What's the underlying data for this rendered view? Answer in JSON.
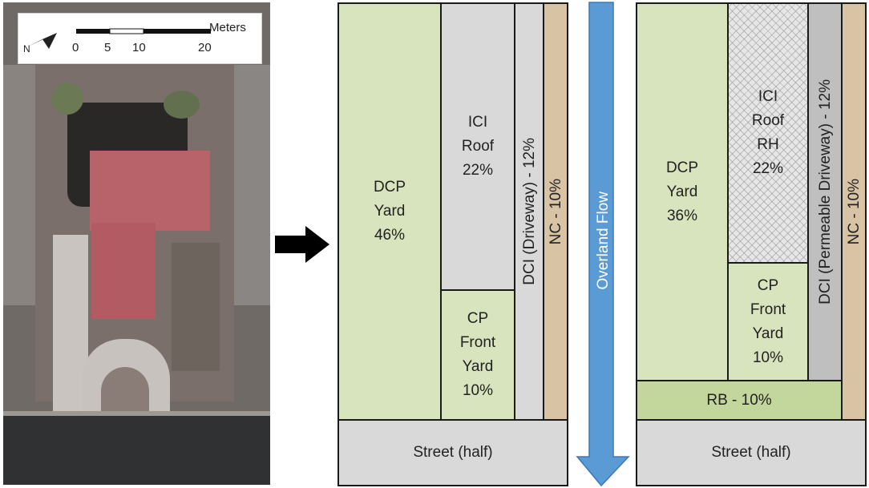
{
  "scale_bar": {
    "unit": "Meters",
    "ticks": [
      "0",
      "5",
      "10",
      "20"
    ]
  },
  "diagram_before": {
    "dcp_yard": "DCP\nYard\n46%",
    "ici_roof": "ICI\nRoof\n22%",
    "cp_front_yard": "CP\nFront\nYard\n10%",
    "dci": "DCI (Driveway) - 12%",
    "nc": "NC - 10%",
    "street": "Street (half)"
  },
  "flow_label": "Overland Flow",
  "diagram_after": {
    "dcp_yard": "DCP\nYard\n36%",
    "ici_roof": "ICI\nRoof\nRH\n22%",
    "cp_front_yard": "CP\nFront\nYard\n10%",
    "dci": "DCI (Permeable Driveway) - 12%",
    "nc": "NC - 10%",
    "rb": "RB - 10%",
    "street": "Street (half)"
  },
  "colors": {
    "pervious_yard": "#d7e4bd",
    "rain_garden": "#c3d69b",
    "impervious": "#d9d9d9",
    "driveway": "#bfbfbf",
    "natural": "#d9c3a5",
    "flow_arrow": "#5b9bd5"
  }
}
